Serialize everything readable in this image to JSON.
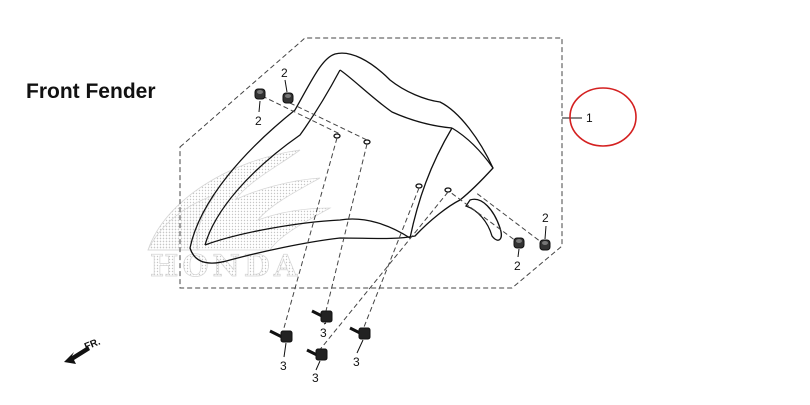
{
  "title": "Front Fender",
  "watermark_text": "HONDA",
  "callouts": {
    "part_1": "1",
    "part_2": "2",
    "part_3": "3"
  },
  "direction_label": "FR.",
  "highlight_color": "#d42020",
  "icons": {
    "watermark": "honda-wing-logo",
    "direction": "front-direction-arrow-icon"
  }
}
